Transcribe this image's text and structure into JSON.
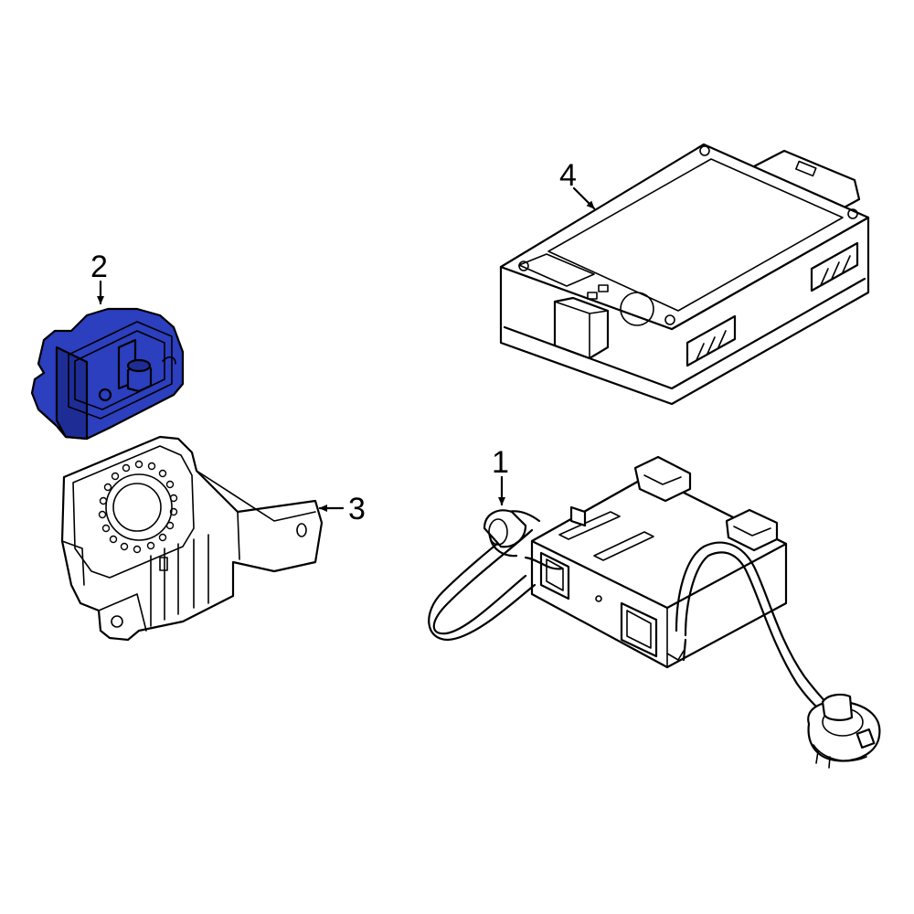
{
  "colors": {
    "background": "#ffffff",
    "line": "#000000",
    "highlight": "#2b3fbf",
    "highlight_dark": "#1e2d96"
  },
  "callouts": [
    {
      "id": "1",
      "label": "1"
    },
    {
      "id": "2",
      "label": "2"
    },
    {
      "id": "3",
      "label": "3"
    },
    {
      "id": "4",
      "label": "4"
    }
  ]
}
